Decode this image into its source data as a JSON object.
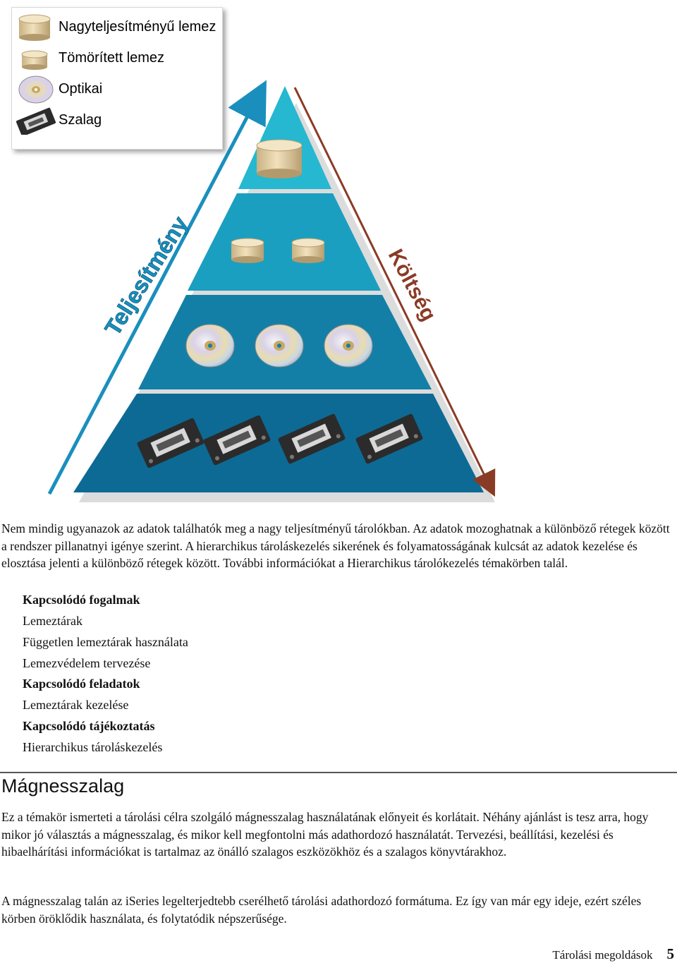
{
  "figure": {
    "legend": [
      {
        "icon": "disk-drive-icon",
        "label": "Nagyteljesítményű lemez"
      },
      {
        "icon": "compressed-disk-icon",
        "label": "Tömörített lemez"
      },
      {
        "icon": "optical-disc-icon",
        "label": "Optikai"
      },
      {
        "icon": "tape-cartridge-icon",
        "label": "Szalag"
      }
    ],
    "performance_label": "Teljesítmény",
    "cost_label": "Költség",
    "colors": {
      "tier1": "#25b8d0",
      "tier2": "#1a9fc0",
      "tier3": "#137fa6",
      "tier4": "#0d6a95",
      "performance": "#1a8fbd",
      "cost": "#8a3b26"
    }
  },
  "paragraph1": "Nem mindig ugyanazok az adatok találhatók meg a nagy teljesítményű tárolókban. Az adatok mozoghatnak a különböző rétegek között a rendszer pillanatnyi igénye szerint. A hierarchikus tároláskezelés sikerének és folyamatosságának kulcsát az adatok kezelése és elosztása jelenti a különböző rétegek között. További információkat a Hierarchikus tárolókezelés témakörben talál.",
  "related": {
    "concepts_heading": "Kapcsolódó fogalmak",
    "concepts": [
      "Lemeztárak",
      "Független lemeztárak használata",
      "Lemezvédelem tervezése"
    ],
    "tasks_heading": "Kapcsolódó feladatok",
    "tasks": [
      "Lemeztárak kezelése"
    ],
    "info_heading": "Kapcsolódó tájékoztatás",
    "info": [
      "Hierarchikus tároláskezelés"
    ]
  },
  "section": {
    "title": "Mágnesszalag",
    "p1": "Ez a témakör ismerteti a tárolási célra szolgáló mágnesszalag használatának előnyeit és korlátait. Néhány ajánlást is tesz arra, hogy mikor jó választás a mágnesszalag, és mikor kell megfontolni más adathordozó használatát. Tervezési, beállítási, kezelési és hibaelhárítási információkat is tartalmaz az önálló szalagos eszközökhöz és a szalagos könyvtárakhoz.",
    "p2": "A mágnesszalag talán az iSeries legelterjedtebb cserélhető tárolási adathordozó formátuma. Ez így van már egy ideje, ezért széles körben öröklődik használata, és folytatódik népszerűsége."
  },
  "footer": {
    "label": "Tárolási megoldások",
    "page": "5"
  }
}
